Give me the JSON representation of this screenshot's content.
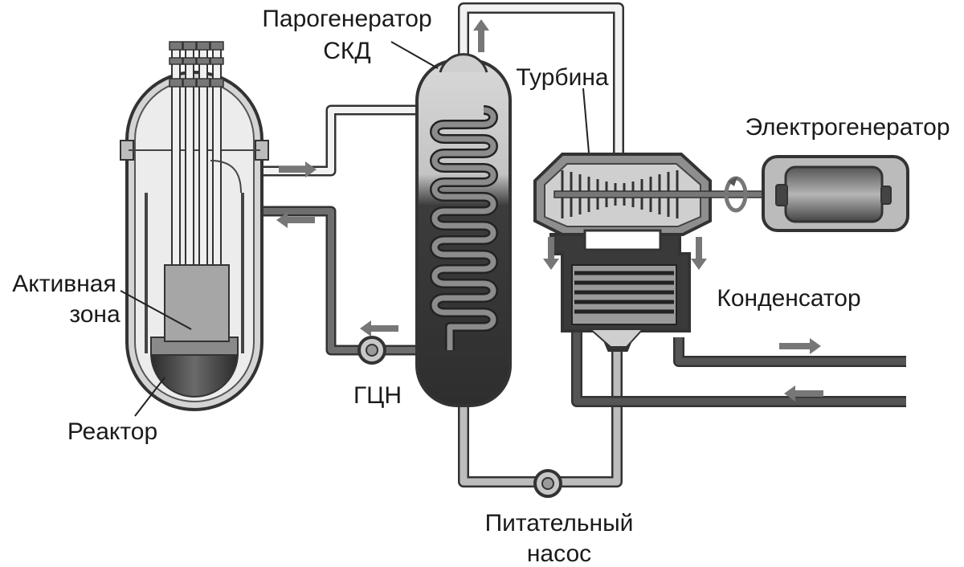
{
  "labels": {
    "steam_generator_line1": "Парогенератор",
    "steam_generator_line2": "СКД",
    "turbine": "Турбина",
    "electric_generator": "Электрогенератор",
    "active_zone_line1": "Активная",
    "active_zone_line2": "зона",
    "reactor": "Реактор",
    "main_pump": "ГЦН",
    "condenser": "Конденсатор",
    "feed_pump_line1": "Питательный",
    "feed_pump_line2": "насос"
  },
  "colors": {
    "outline": "#333333",
    "vessel_fill": "#e4e4e4",
    "hot_pipe": "#f2f2f2",
    "cold_pipe": "#6e6e6e",
    "water_dark": "#3c3c3c",
    "core_fill": "#a6a6a6",
    "arrow": "#777777"
  }
}
